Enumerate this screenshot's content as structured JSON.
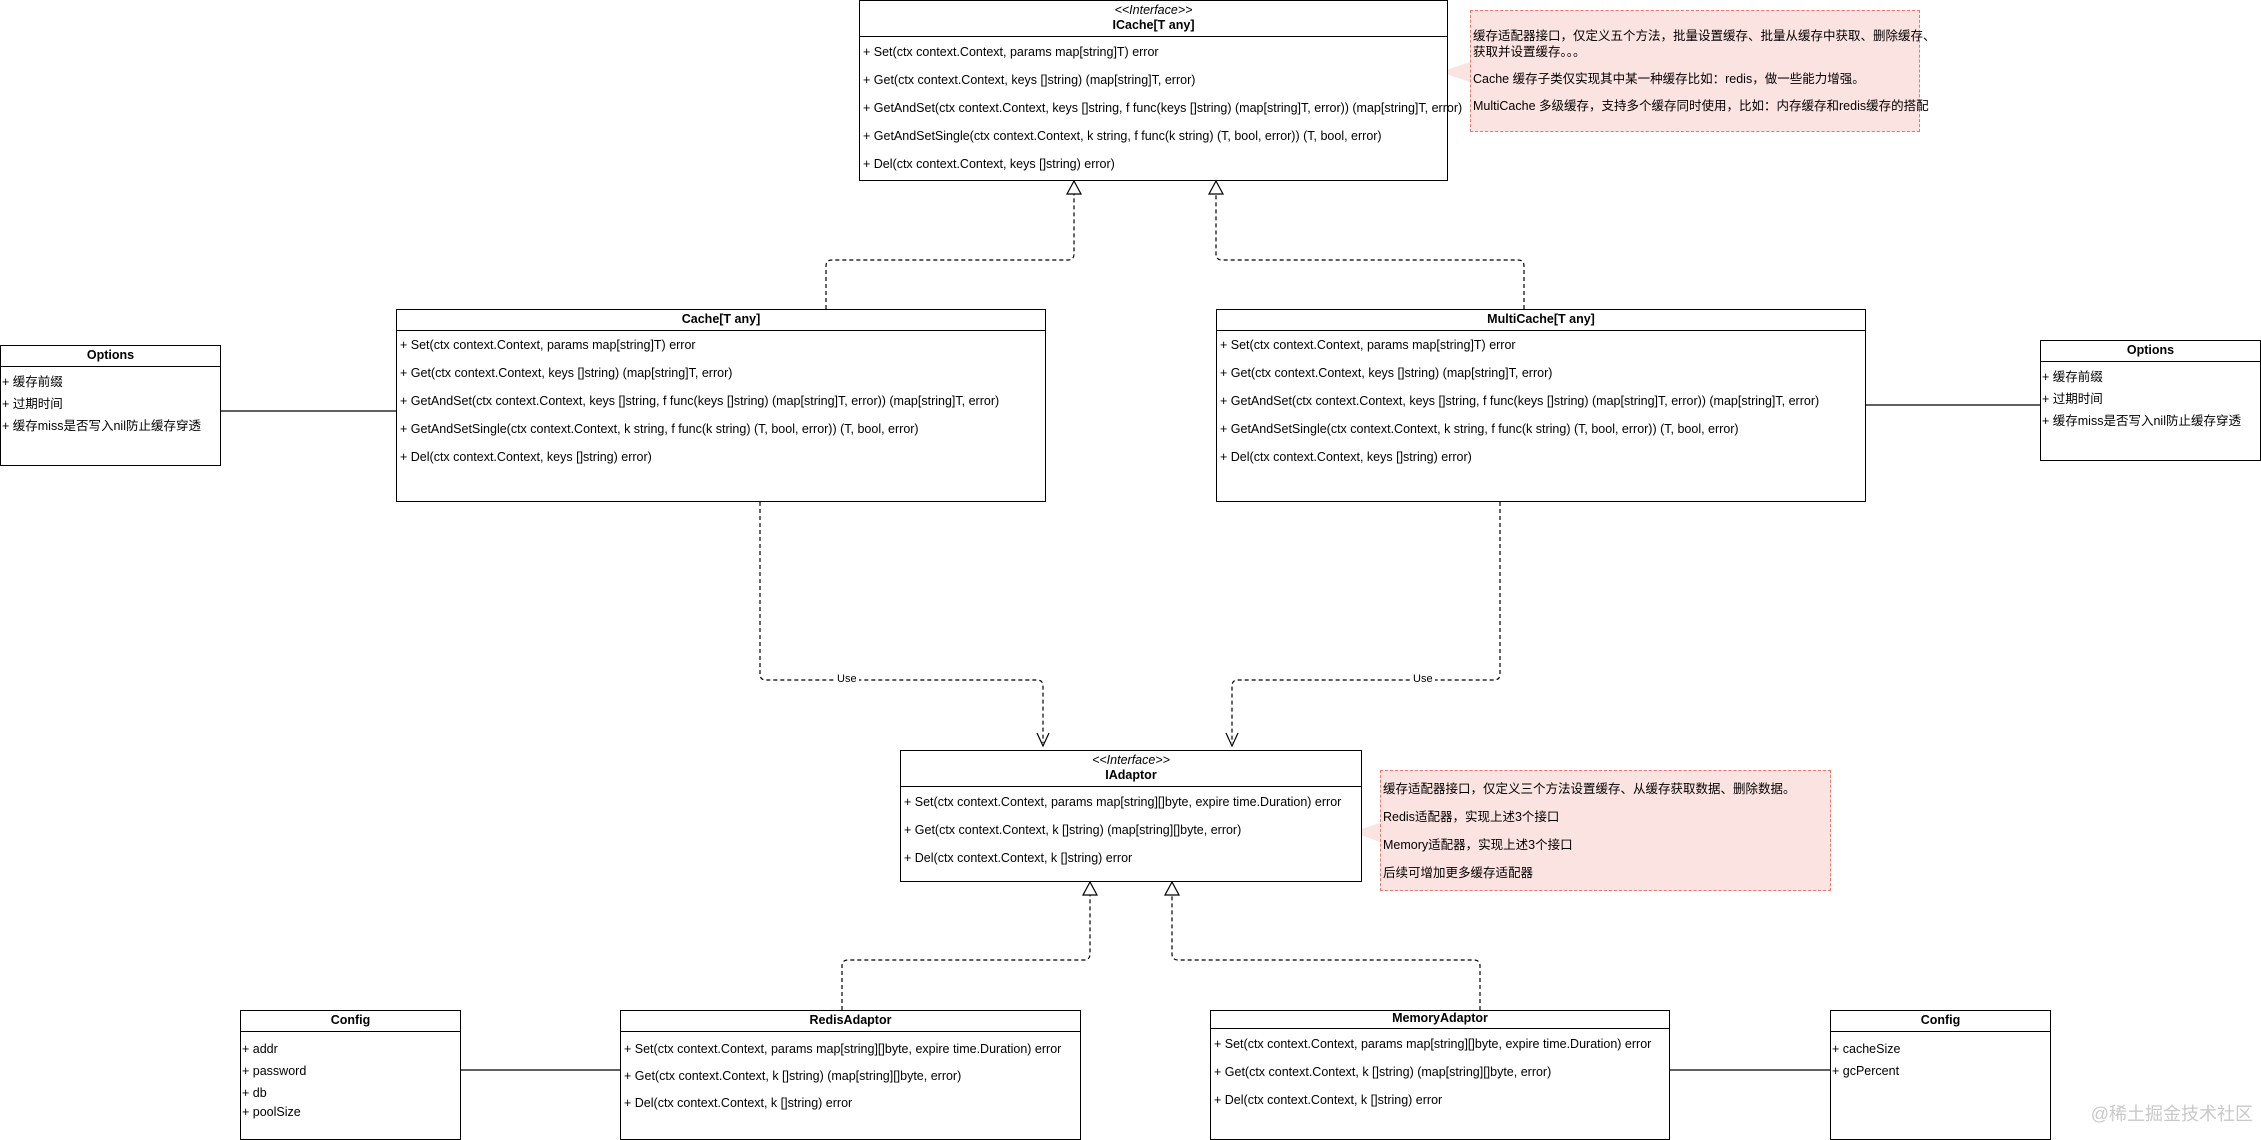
{
  "icache": {
    "stereotype": "<<Interface>>",
    "name": "ICache[T any]",
    "ops": [
      "+ Set(ctx context.Context, params map[string]T) error",
      "+ Get(ctx context.Context, keys []string) (map[string]T, error)",
      "+ GetAndSet(ctx context.Context, keys []string, f func(keys []string) (map[string]T, error)) (map[string]T, error)",
      "+ GetAndSetSingle(ctx context.Context, k string, f func(k string) (T, bool, error)) (T, bool, error)",
      "+ Del(ctx context.Context, keys []string) error)"
    ]
  },
  "icache_note": [
    "缓存适配器接口，仅定义五个方法，批量设置缓存、批量从缓存中获取、删除缓存、",
    "获取并设置缓存。。。",
    "Cache 缓存子类仅实现其中某一种缓存比如：redis，做一些能力增强。",
    "MultiCache 多级缓存，支持多个缓存同时使用，比如：内存缓存和redis缓存的搭配"
  ],
  "cache": {
    "name": "Cache[T any]",
    "ops": [
      "+ Set(ctx context.Context, params map[string]T) error",
      "+ Get(ctx context.Context, keys []string) (map[string]T, error)",
      "+ GetAndSet(ctx context.Context, keys []string, f func(keys []string) (map[string]T, error)) (map[string]T, error)",
      "+ GetAndSetSingle(ctx context.Context, k string, f func(k string) (T, bool, error)) (T, bool, error)",
      "+ Del(ctx context.Context, keys []string) error)"
    ]
  },
  "multicache": {
    "name": "MultiCache[T any]",
    "ops": [
      "+ Set(ctx context.Context, params map[string]T) error",
      "+ Get(ctx context.Context, keys []string) (map[string]T, error)",
      "+ GetAndSet(ctx context.Context, keys []string, f func(keys []string) (map[string]T, error)) (map[string]T, error)",
      "+ GetAndSetSingle(ctx context.Context, k string, f func(k string) (T, bool, error)) (T, bool, error)",
      "+ Del(ctx context.Context, keys []string) error)"
    ]
  },
  "options_left": {
    "name": "Options",
    "fields": [
      "+ 缓存前缀",
      "+ 过期时间",
      "+ 缓存miss是否写入nil防止缓存穿透"
    ]
  },
  "options_right": {
    "name": "Options",
    "fields": [
      "+ 缓存前缀",
      "+ 过期时间",
      "+ 缓存miss是否写入nil防止缓存穿透"
    ]
  },
  "use_label": "Use",
  "iadaptor": {
    "stereotype": "<<Interface>>",
    "name": "IAdaptor",
    "ops": [
      "+ Set(ctx context.Context, params map[string][]byte, expire time.Duration) error",
      "+ Get(ctx context.Context, k []string) (map[string][]byte, error)",
      "+ Del(ctx context.Context, k []string) error"
    ]
  },
  "iadaptor_note": [
    "缓存适配器接口，仅定义三个方法设置缓存、从缓存获取数据、删除数据。",
    "Redis适配器，实现上述3个接口",
    "Memory适配器，实现上述3个接口",
    "后续可增加更多缓存适配器"
  ],
  "redis_adaptor": {
    "name": "RedisAdaptor",
    "ops": [
      "+ Set(ctx context.Context, params map[string][]byte, expire time.Duration) error",
      "+ Get(ctx context.Context, k []string) (map[string][]byte, error)",
      "+ Del(ctx context.Context, k []string) error"
    ]
  },
  "memory_adaptor": {
    "name": "MemoryAdaptor",
    "ops": [
      "+ Set(ctx context.Context, params map[string][]byte, expire time.Duration) error",
      "+ Get(ctx context.Context, k []string) (map[string][]byte, error)",
      "+ Del(ctx context.Context, k []string) error"
    ]
  },
  "config_left": {
    "name": "Config",
    "fields": [
      "+ addr",
      "+ password",
      "+ db",
      "+ poolSize"
    ]
  },
  "config_right": {
    "name": "Config",
    "fields": [
      "+ cacheSize",
      "+ gcPercent"
    ]
  },
  "watermark": "@稀土掘金技术社区"
}
